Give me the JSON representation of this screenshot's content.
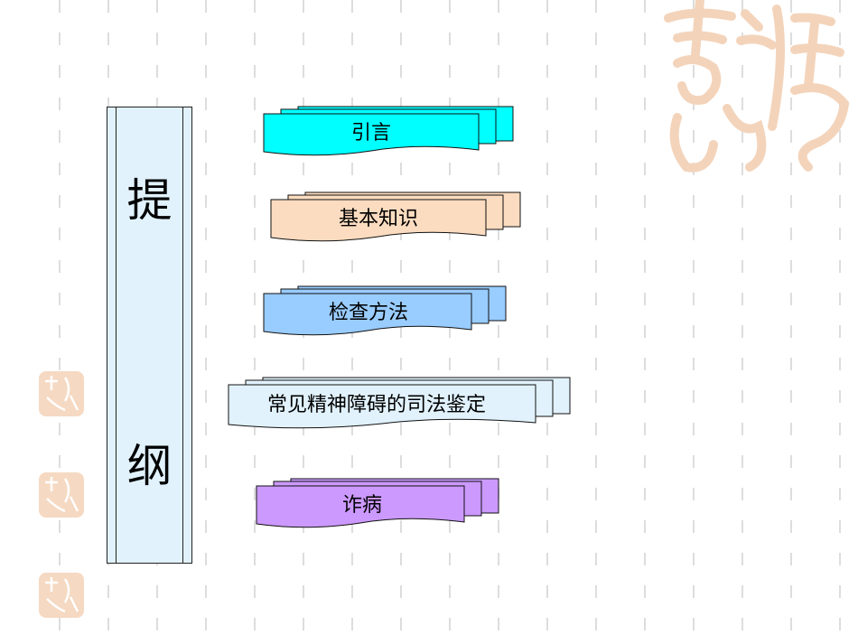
{
  "sidebar": {
    "char_top": "提",
    "char_bottom": "纲"
  },
  "menu": {
    "items": [
      {
        "label": "引言",
        "color": "#00ffff"
      },
      {
        "label": "基本知识",
        "color": "#fcdcc0"
      },
      {
        "label": "检查方法",
        "color": "#99ccff"
      },
      {
        "label": "常见精神障碍的司法鉴定",
        "color": "#e1f2fd"
      },
      {
        "label": "诈病",
        "color": "#cc99ff"
      }
    ]
  },
  "decoration": {
    "seal_color": "#f6d9c2"
  }
}
